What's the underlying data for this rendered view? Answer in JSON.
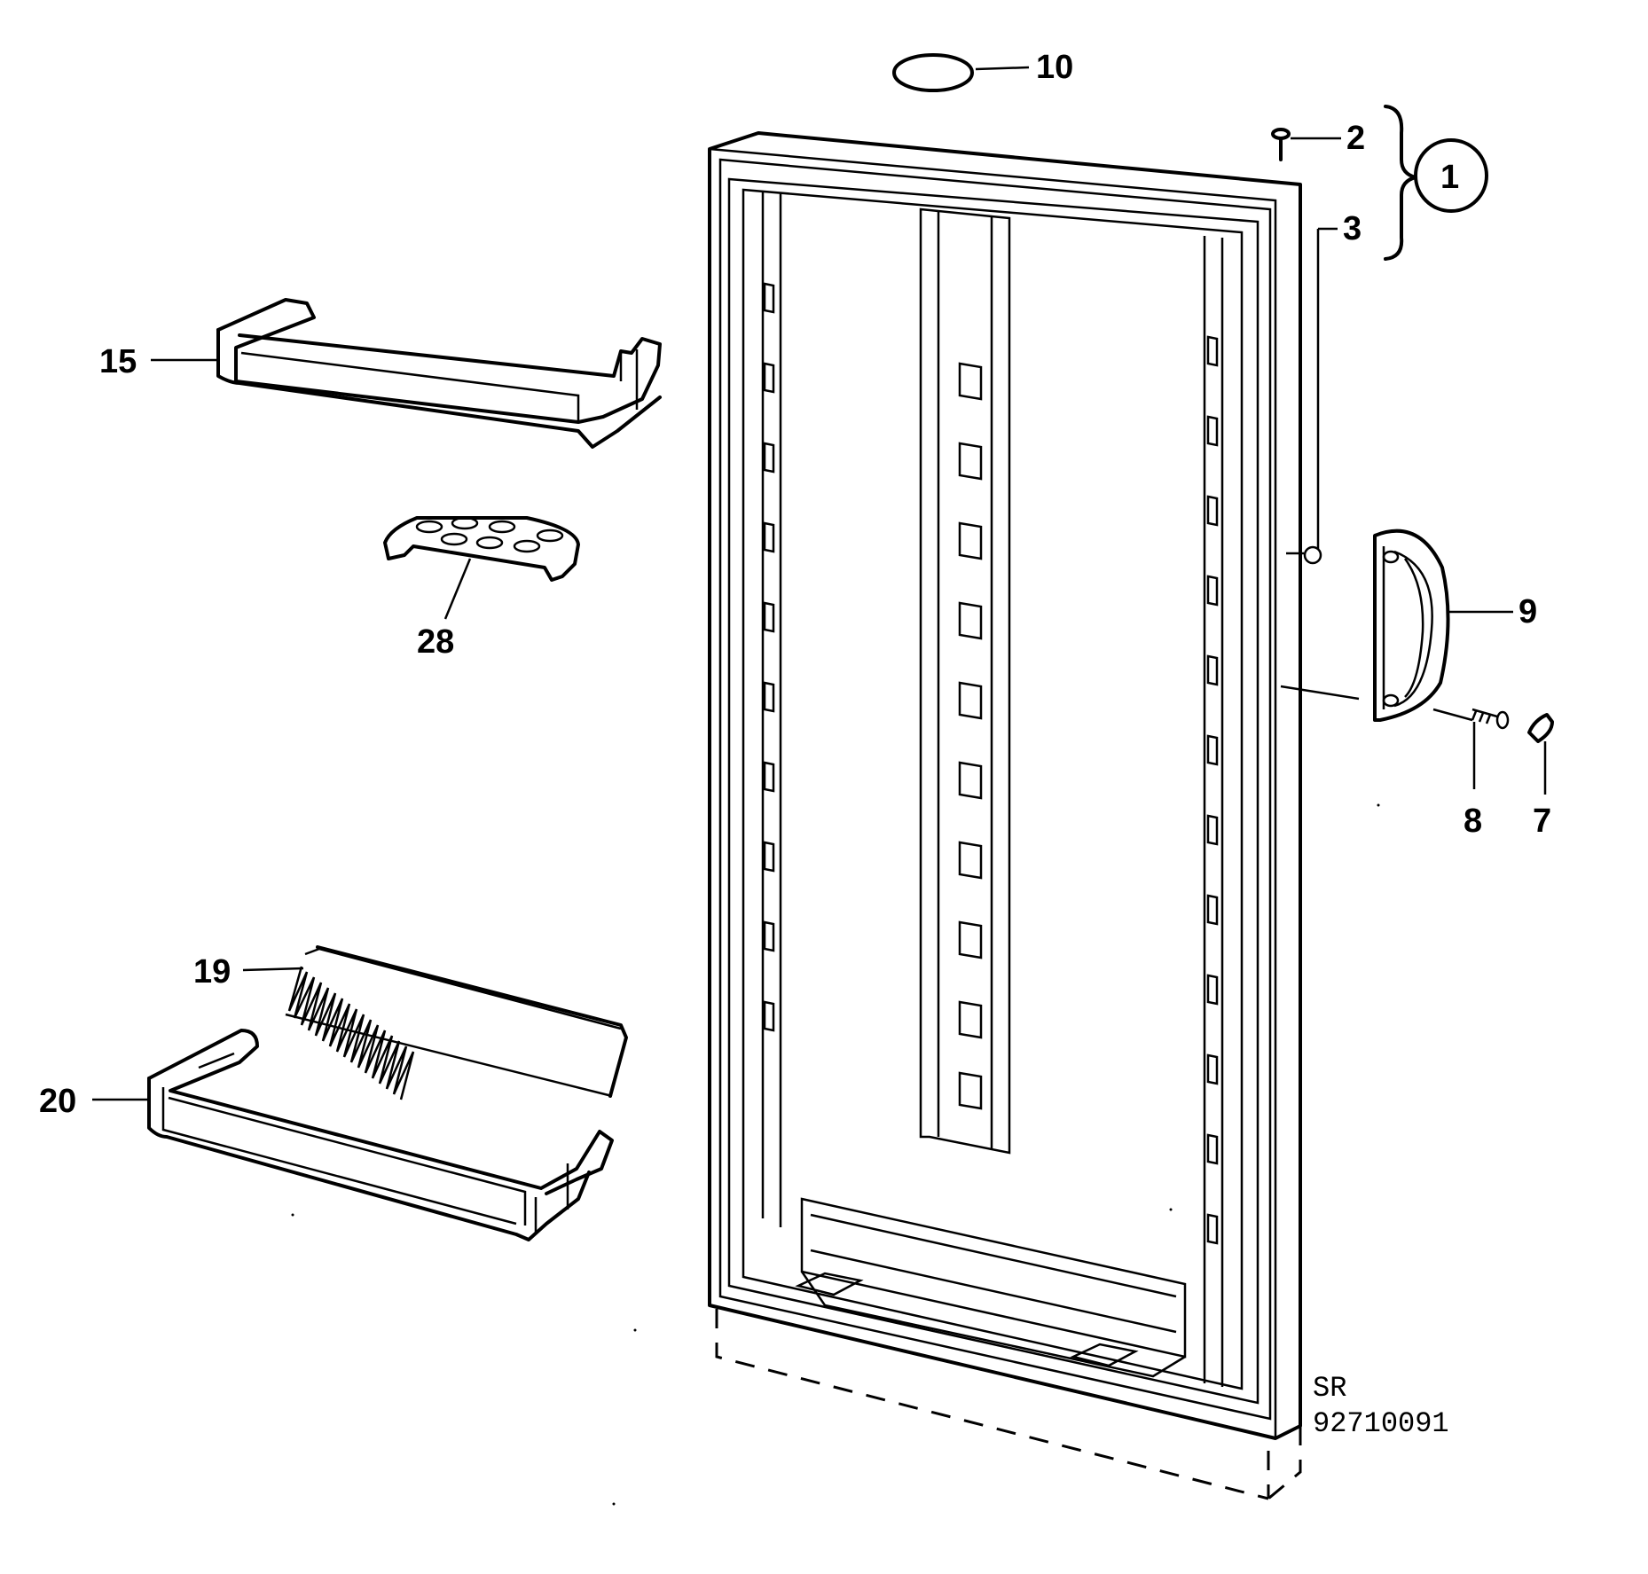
{
  "diagram": {
    "labels": {
      "part_1": "1",
      "part_2": "2",
      "part_3": "3",
      "part_7": "7",
      "part_8": "8",
      "part_9": "9",
      "part_10": "10",
      "part_15": "15",
      "part_19": "19",
      "part_20": "20",
      "part_28": "28"
    },
    "reference": {
      "line1": "SR",
      "line2": "92710091"
    }
  }
}
